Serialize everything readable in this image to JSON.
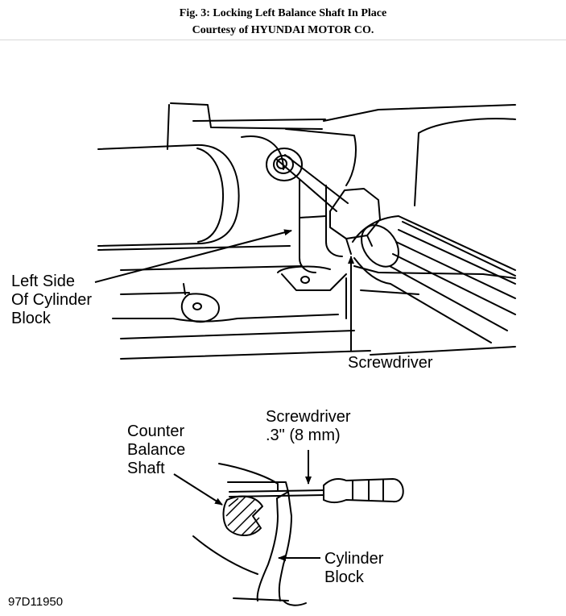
{
  "caption": {
    "title": "Fig. 3: Locking Left Balance Shaft In Place",
    "courtesy": "Courtesy of HYUNDAI MOTOR CO."
  },
  "upper_view": {
    "label_block": [
      "Left Side",
      "Of Cylinder",
      "Block"
    ],
    "label_tool": "Screwdriver"
  },
  "lower_view": {
    "label_shaft": [
      "Counter",
      "Balance",
      "Shaft"
    ],
    "label_tool": [
      "Screwdriver",
      ".3\" (8 mm)"
    ],
    "label_block": [
      "Cylinder",
      "Block"
    ]
  },
  "figure_id": "97D11950"
}
